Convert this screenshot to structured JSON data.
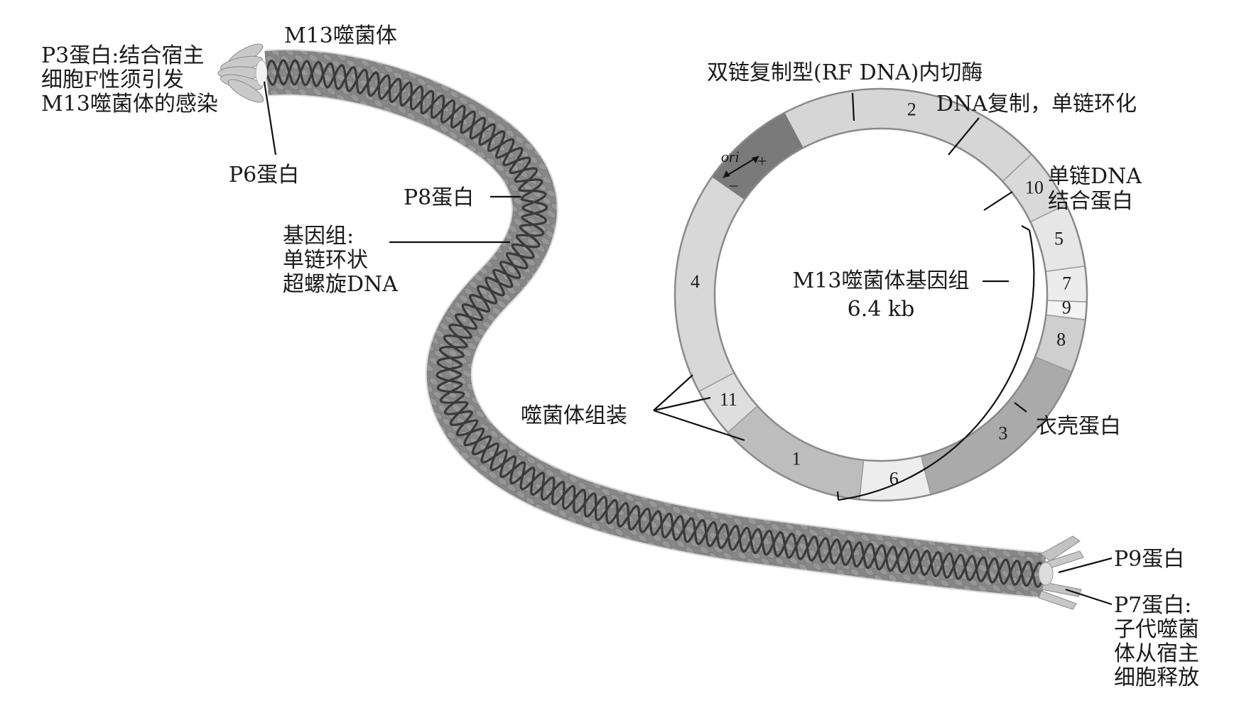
{
  "labels": {
    "m13_phage": "M13噬菌体",
    "p3_line1": "P3蛋白:结合宿主",
    "p3_line2": "细胞F性须引发",
    "p3_line3": "M13噬菌体的感染",
    "p6": "P6蛋白",
    "p8": "P8蛋白",
    "genome_line1": "基因组:",
    "genome_line2": "单链环状",
    "genome_line3": "超螺旋DNA",
    "rf_endonuclease": "双链复制型(RF DNA)内切酶",
    "dna_replication": "DNA复制，单链环化",
    "ssb_line1": "单链DNA",
    "ssb_line2": "结合蛋白",
    "coat_protein": "衣壳蛋白",
    "phage_assembly": "噬菌体组装",
    "p9": "P9蛋白",
    "p7_line1": "P7蛋白:",
    "p7_line2": "子代噬菌",
    "p7_line3": "体从宿主",
    "p7_line4": "细胞释放",
    "genome_title": "M13噬菌体基因组",
    "genome_size": "6.4 kb",
    "ori": "ori",
    "plus": "+",
    "minus": "−"
  },
  "segments": [
    {
      "num": "2",
      "color": "#d6d6d6"
    },
    {
      "num": "10",
      "color": "#d9d9d9"
    },
    {
      "num": "5",
      "color": "#e6e6e6"
    },
    {
      "num": "7",
      "color": "#ececec"
    },
    {
      "num": "9",
      "color": "#f4f4f4"
    },
    {
      "num": "8",
      "color": "#cfcfcf"
    },
    {
      "num": "3",
      "color": "#aaaaaa"
    },
    {
      "num": "6",
      "color": "#ededed"
    },
    {
      "num": "1",
      "color": "#bdbdbd"
    },
    {
      "num": "11",
      "color": "#dedede"
    },
    {
      "num": "4",
      "color": "#d8d8d8"
    }
  ],
  "colors": {
    "ring_outline": "#8a8a8a",
    "ori_region": "#7a7a7a",
    "phage_body": "#8c8c8c",
    "phage_scale": "#9e9e9e",
    "dna_helix": "#3a3a3a"
  }
}
